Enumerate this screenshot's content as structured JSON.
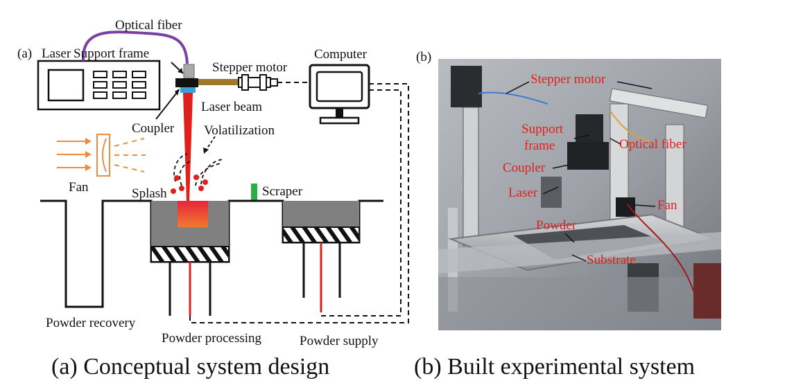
{
  "panel_a": {
    "tag": "(a)",
    "labels": {
      "optical_fiber": "Optical fiber",
      "laser": "Laser",
      "support_frame": "Support frame",
      "stepper_motor": "Stepper motor",
      "computer": "Computer",
      "laser_beam": "Laser beam",
      "coupler": "Coupler",
      "volatilization": "Volatilization",
      "fan": "Fan",
      "splash": "Splash",
      "scraper": "Scraper",
      "powder_recovery": "Powder recovery",
      "powder_processing": "Powder processing",
      "powder_supply": "Powder supply"
    },
    "caption": "(a)  Conceptual system design"
  },
  "panel_b": {
    "tag": "(b)",
    "labels": {
      "stepper_motor": "Stepper motor",
      "support_frame_1": "Support",
      "support_frame_2": "frame",
      "optical_fiber": "Optical fiber",
      "coupler": "Coupler",
      "laser": "Laser",
      "fan": "Fan",
      "powder": "Powder",
      "substrate": "Substrate"
    },
    "caption": "(b)  Built experimental system"
  },
  "colors": {
    "fiber": "#7b3fa8",
    "laser_beam": "#e0201a",
    "coupler_blue": "#3aa0d8",
    "rod": "#a07a2a",
    "scraper": "#28b040",
    "fan": "#f08a3c",
    "powder_gray": "#808080",
    "photo_label": "#e0201a"
  }
}
